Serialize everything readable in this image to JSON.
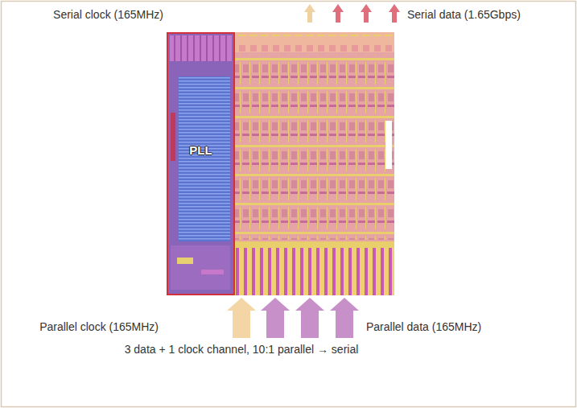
{
  "diagram": {
    "nodes": [
      {
        "text": [
          "PLL"
        ]
      }
    ],
    "labels": [
      "Serial clock (165MHz)",
      "Serial data (1.65Gbps)",
      "Parallel clock (165MHz)",
      "Parallel data (165MHz)",
      "3 data + 1 clock channel, 10:1 parallel → serial"
    ]
  }
}
